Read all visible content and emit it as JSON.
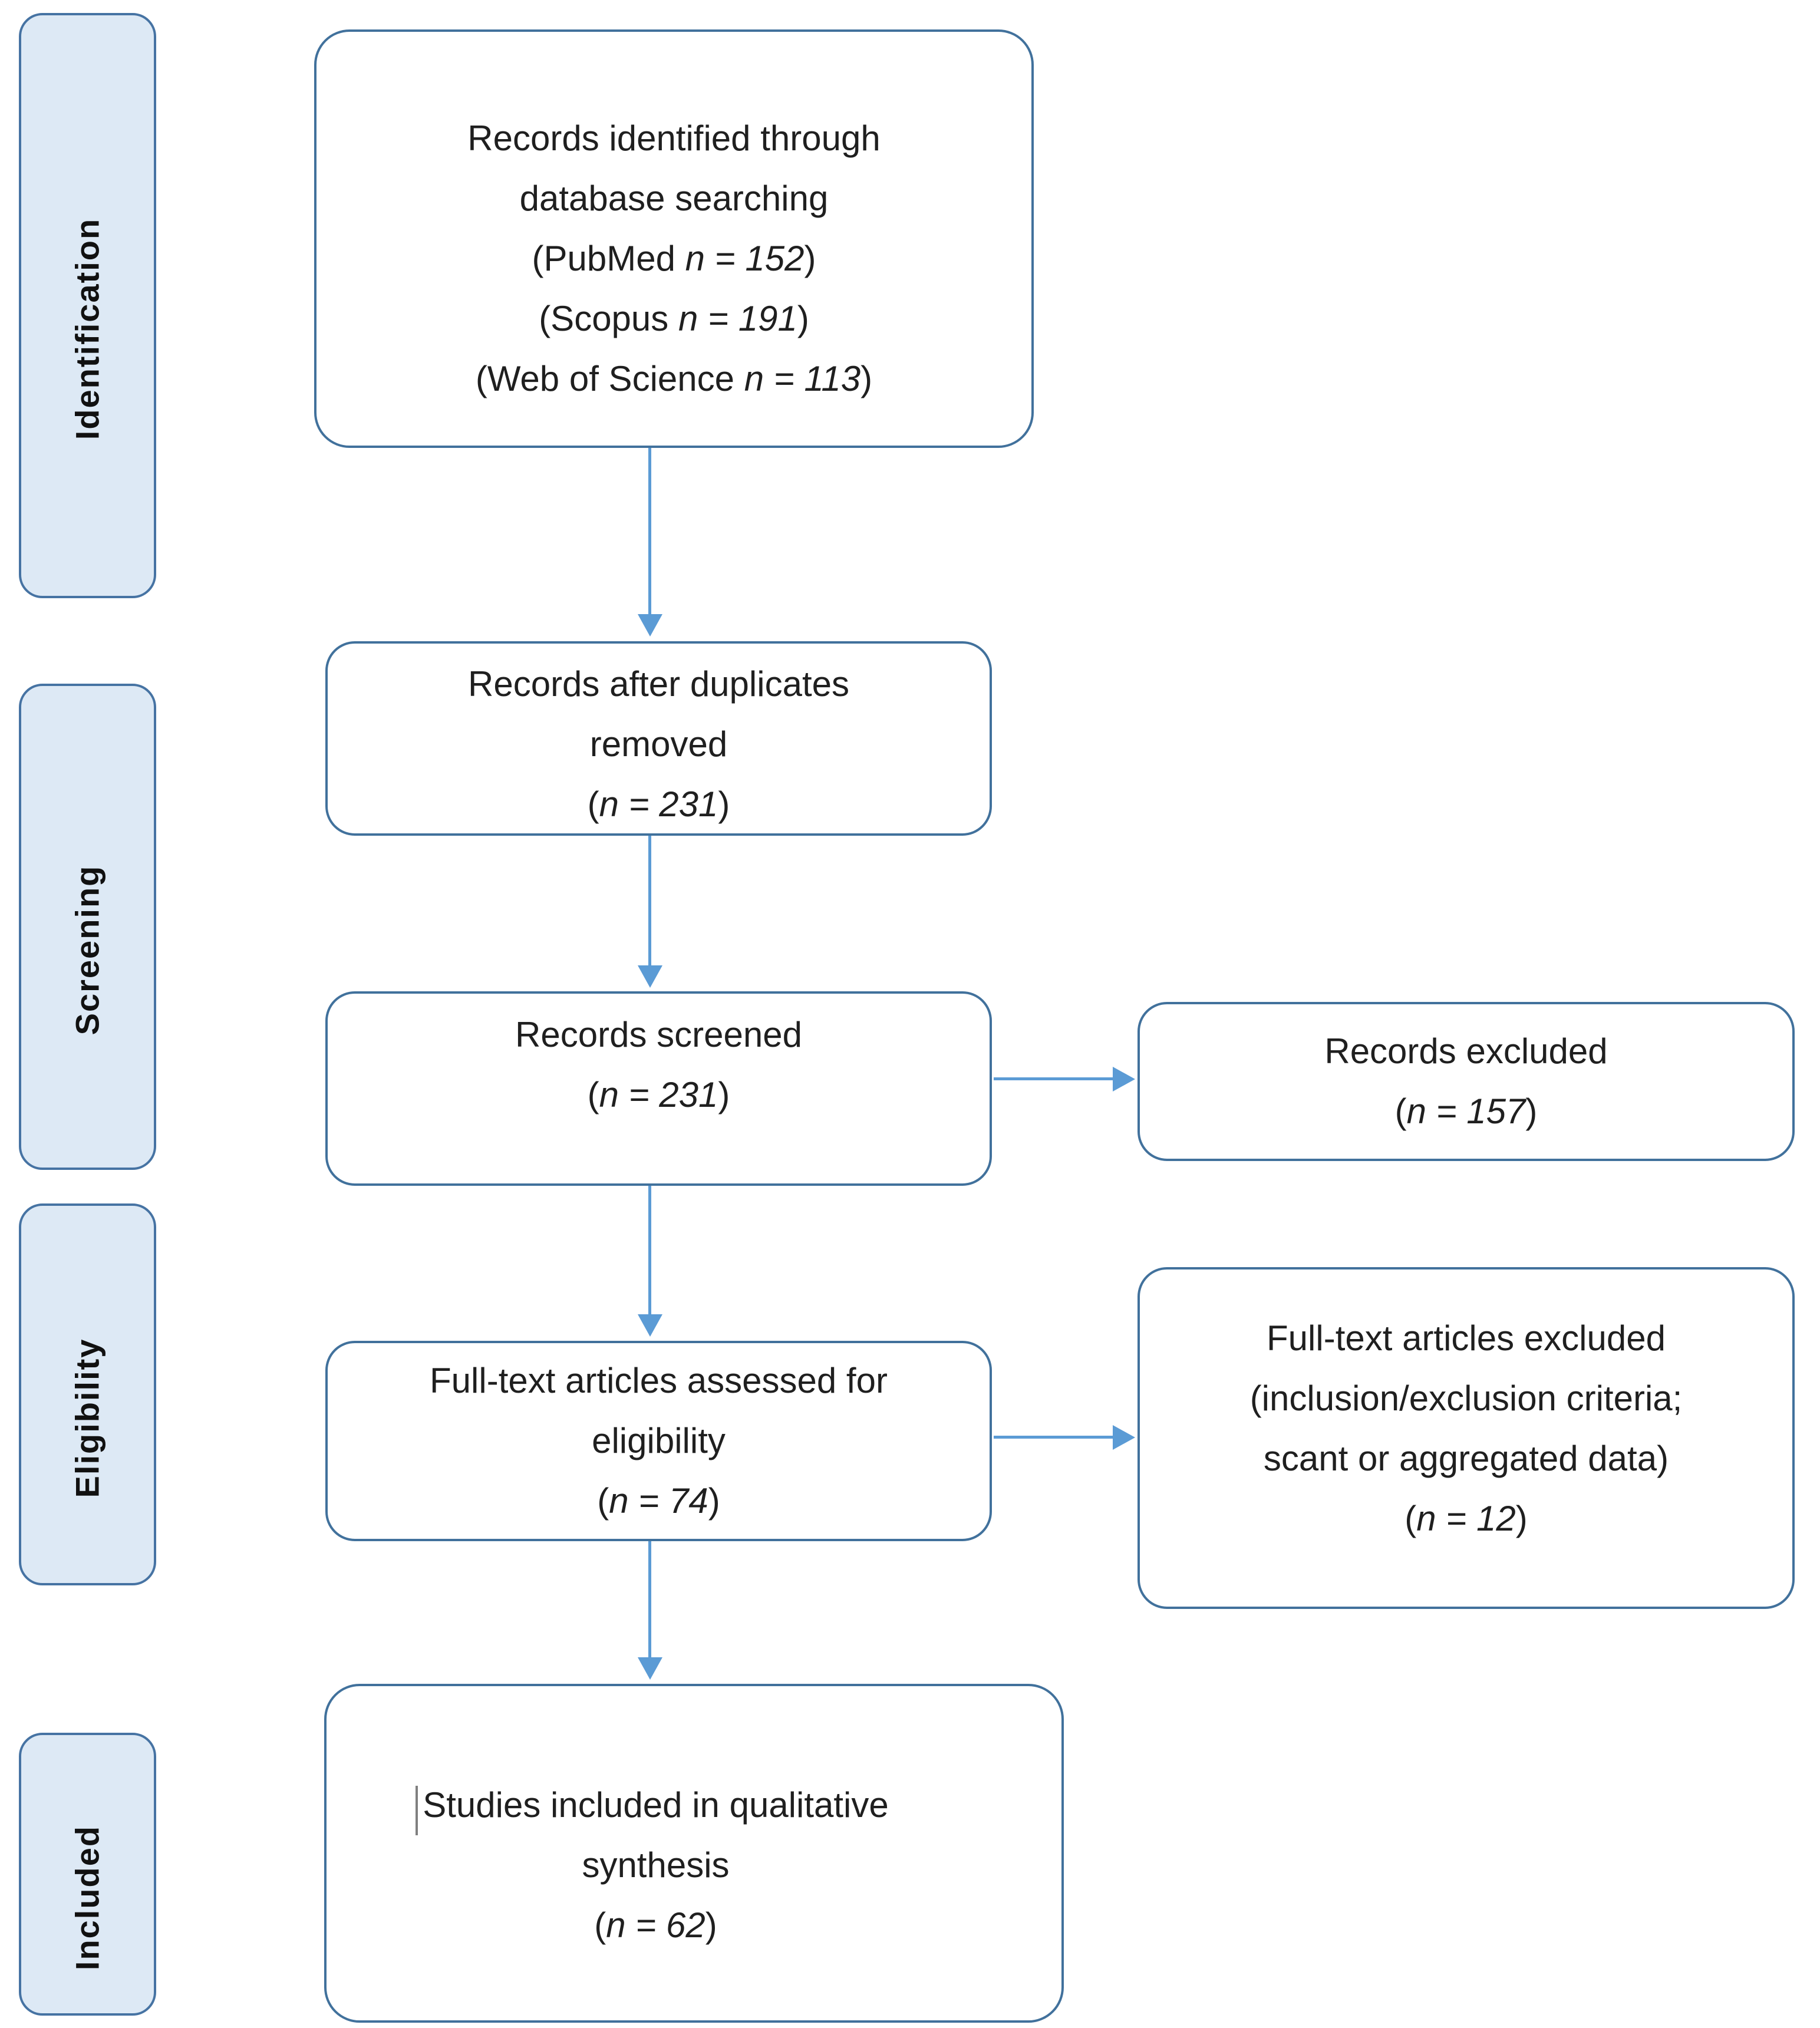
{
  "colors": {
    "background": "#ffffff",
    "box-border": "#41719c",
    "sidebar-fill": "#dde9f5",
    "sidebar-border": "#4673a3",
    "arrow": "#5b9bd5",
    "text": "#1f1f1f",
    "cursor": "#808080"
  },
  "sidebar": {
    "stages": [
      {
        "label": "Identification"
      },
      {
        "label": "Screening"
      },
      {
        "label": "Eligibility"
      },
      {
        "label": "Included"
      }
    ]
  },
  "flow": {
    "identified": {
      "lines": [
        {
          "pre": "Records identified through"
        },
        {
          "pre": "database searching"
        },
        {
          "pre": "(PubMed ",
          "em": "n = 152",
          "post": ")"
        },
        {
          "pre": "(Scopus ",
          "em": "n = 191",
          "post": ")"
        },
        {
          "pre": "(Web of Science ",
          "em": "n = 113",
          "post": ")"
        }
      ]
    },
    "deduplicated": {
      "lines": [
        {
          "pre": "Records after duplicates"
        },
        {
          "pre": "removed"
        },
        {
          "pre": "(",
          "em": "n = 231",
          "post": ")"
        }
      ]
    },
    "screened": {
      "lines": [
        {
          "pre": "Records screened"
        },
        {
          "pre": "(",
          "em": "n = 231",
          "post": ")"
        }
      ]
    },
    "records_excluded": {
      "lines": [
        {
          "pre": "Records excluded"
        },
        {
          "pre": "(",
          "em": "n = 157",
          "post": ")"
        }
      ]
    },
    "fulltext_assessed": {
      "lines": [
        {
          "pre": "Full-text articles assessed for"
        },
        {
          "pre": "eligibility"
        },
        {
          "pre": "(",
          "em": "n = 74",
          "post": ")"
        }
      ]
    },
    "fulltext_excluded": {
      "lines": [
        {
          "pre": "Full-text articles excluded"
        },
        {
          "pre": "(inclusion/exclusion criteria;"
        },
        {
          "pre": "scant or aggregated data)"
        },
        {
          "pre": "(",
          "em": "n = 12",
          "post": ")"
        }
      ]
    },
    "included_synthesis": {
      "lines": [
        {
          "pre": "Studies included in qualitative"
        },
        {
          "pre": "synthesis"
        },
        {
          "pre": "(",
          "em": "n = 62",
          "post": ")"
        }
      ]
    }
  }
}
